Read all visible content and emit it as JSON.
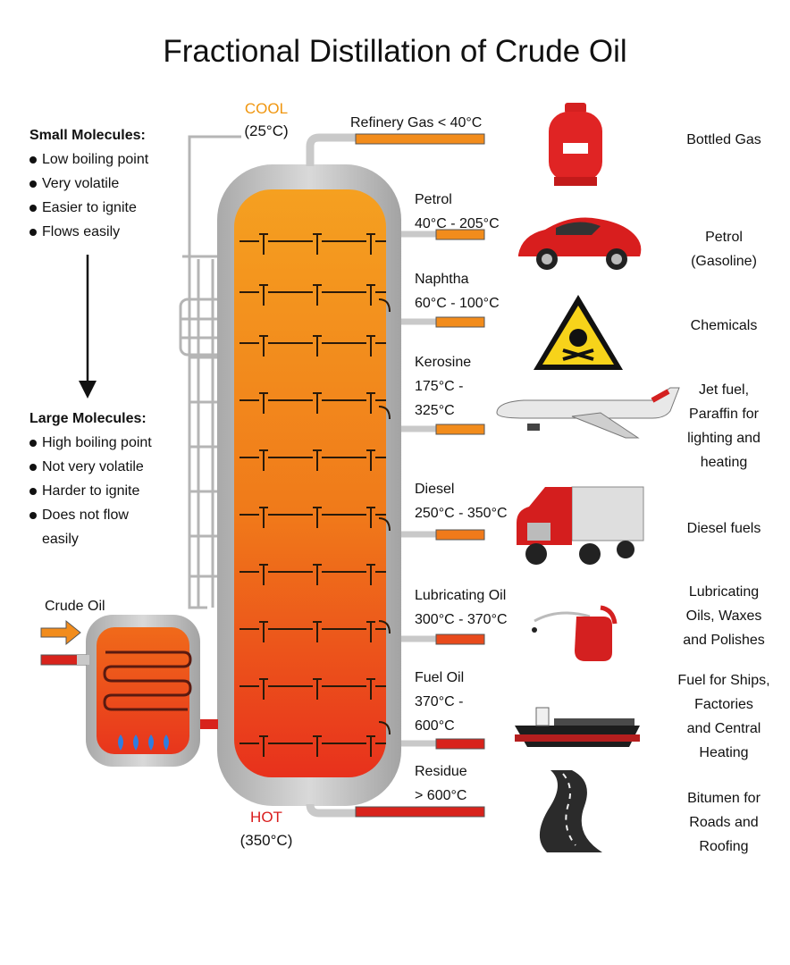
{
  "title": "Fractional Distillation of Crude Oil",
  "small": {
    "heading": "Small Molecules:",
    "points": [
      "Low boiling point",
      "Very volatile",
      "Easier to ignite",
      "Flows easily"
    ]
  },
  "large": {
    "heading": "Large Molecules:",
    "points": [
      "High boiling point",
      "Not very volatile",
      "Harder to ignite",
      "Does not flow",
      "easily"
    ]
  },
  "top": {
    "label": "COOL",
    "temp": "(25°C)"
  },
  "bottom": {
    "label": "HOT",
    "temp": "(350°C)"
  },
  "crude_oil": "Crude Oil",
  "colors": {
    "cool": "#f0960f",
    "hot": "#d91c1c",
    "pipe_orange": "#f28c1c",
    "pipe_red": "#d8231c",
    "column_grey": "#c7c7c7"
  },
  "fractions": [
    {
      "name": "Refinery Gas  < 40°C",
      "use_lines": [
        "Bottled Gas"
      ],
      "icon": "gas-cylinder-icon"
    },
    {
      "name_lines": [
        "Petrol",
        "40°C - 205°C"
      ],
      "use_lines": [
        "Petrol",
        "(Gasoline)"
      ],
      "icon": "sports-car-icon"
    },
    {
      "name_lines": [
        "Naphtha",
        "60°C - 100°C"
      ],
      "use_lines": [
        "Chemicals"
      ],
      "icon": "toxic-warning-icon"
    },
    {
      "name_lines": [
        "Kerosine",
        "175°C -",
        "325°C"
      ],
      "use_lines": [
        "Jet fuel,",
        "Paraffin for",
        "lighting and",
        "heating"
      ],
      "icon": "airplane-icon"
    },
    {
      "name_lines": [
        "Diesel",
        "250°C - 350°C"
      ],
      "use_lines": [
        "Diesel fuels"
      ],
      "icon": "truck-icon"
    },
    {
      "name_lines": [
        "Lubricating Oil",
        "300°C - 370°C"
      ],
      "use_lines": [
        "Lubricating",
        "Oils, Waxes",
        "and Polishes"
      ],
      "icon": "oil-can-icon"
    },
    {
      "name_lines": [
        "Fuel Oil",
        "370°C -",
        "600°C"
      ],
      "use_lines": [
        "Fuel for Ships,",
        "Factories",
        "and Central",
        "Heating"
      ],
      "icon": "ship-icon"
    },
    {
      "name_lines": [
        "Residue",
        "> 600°C"
      ],
      "use_lines": [
        "Bitumen for",
        "Roads and",
        "Roofing"
      ],
      "icon": "road-icon"
    }
  ]
}
